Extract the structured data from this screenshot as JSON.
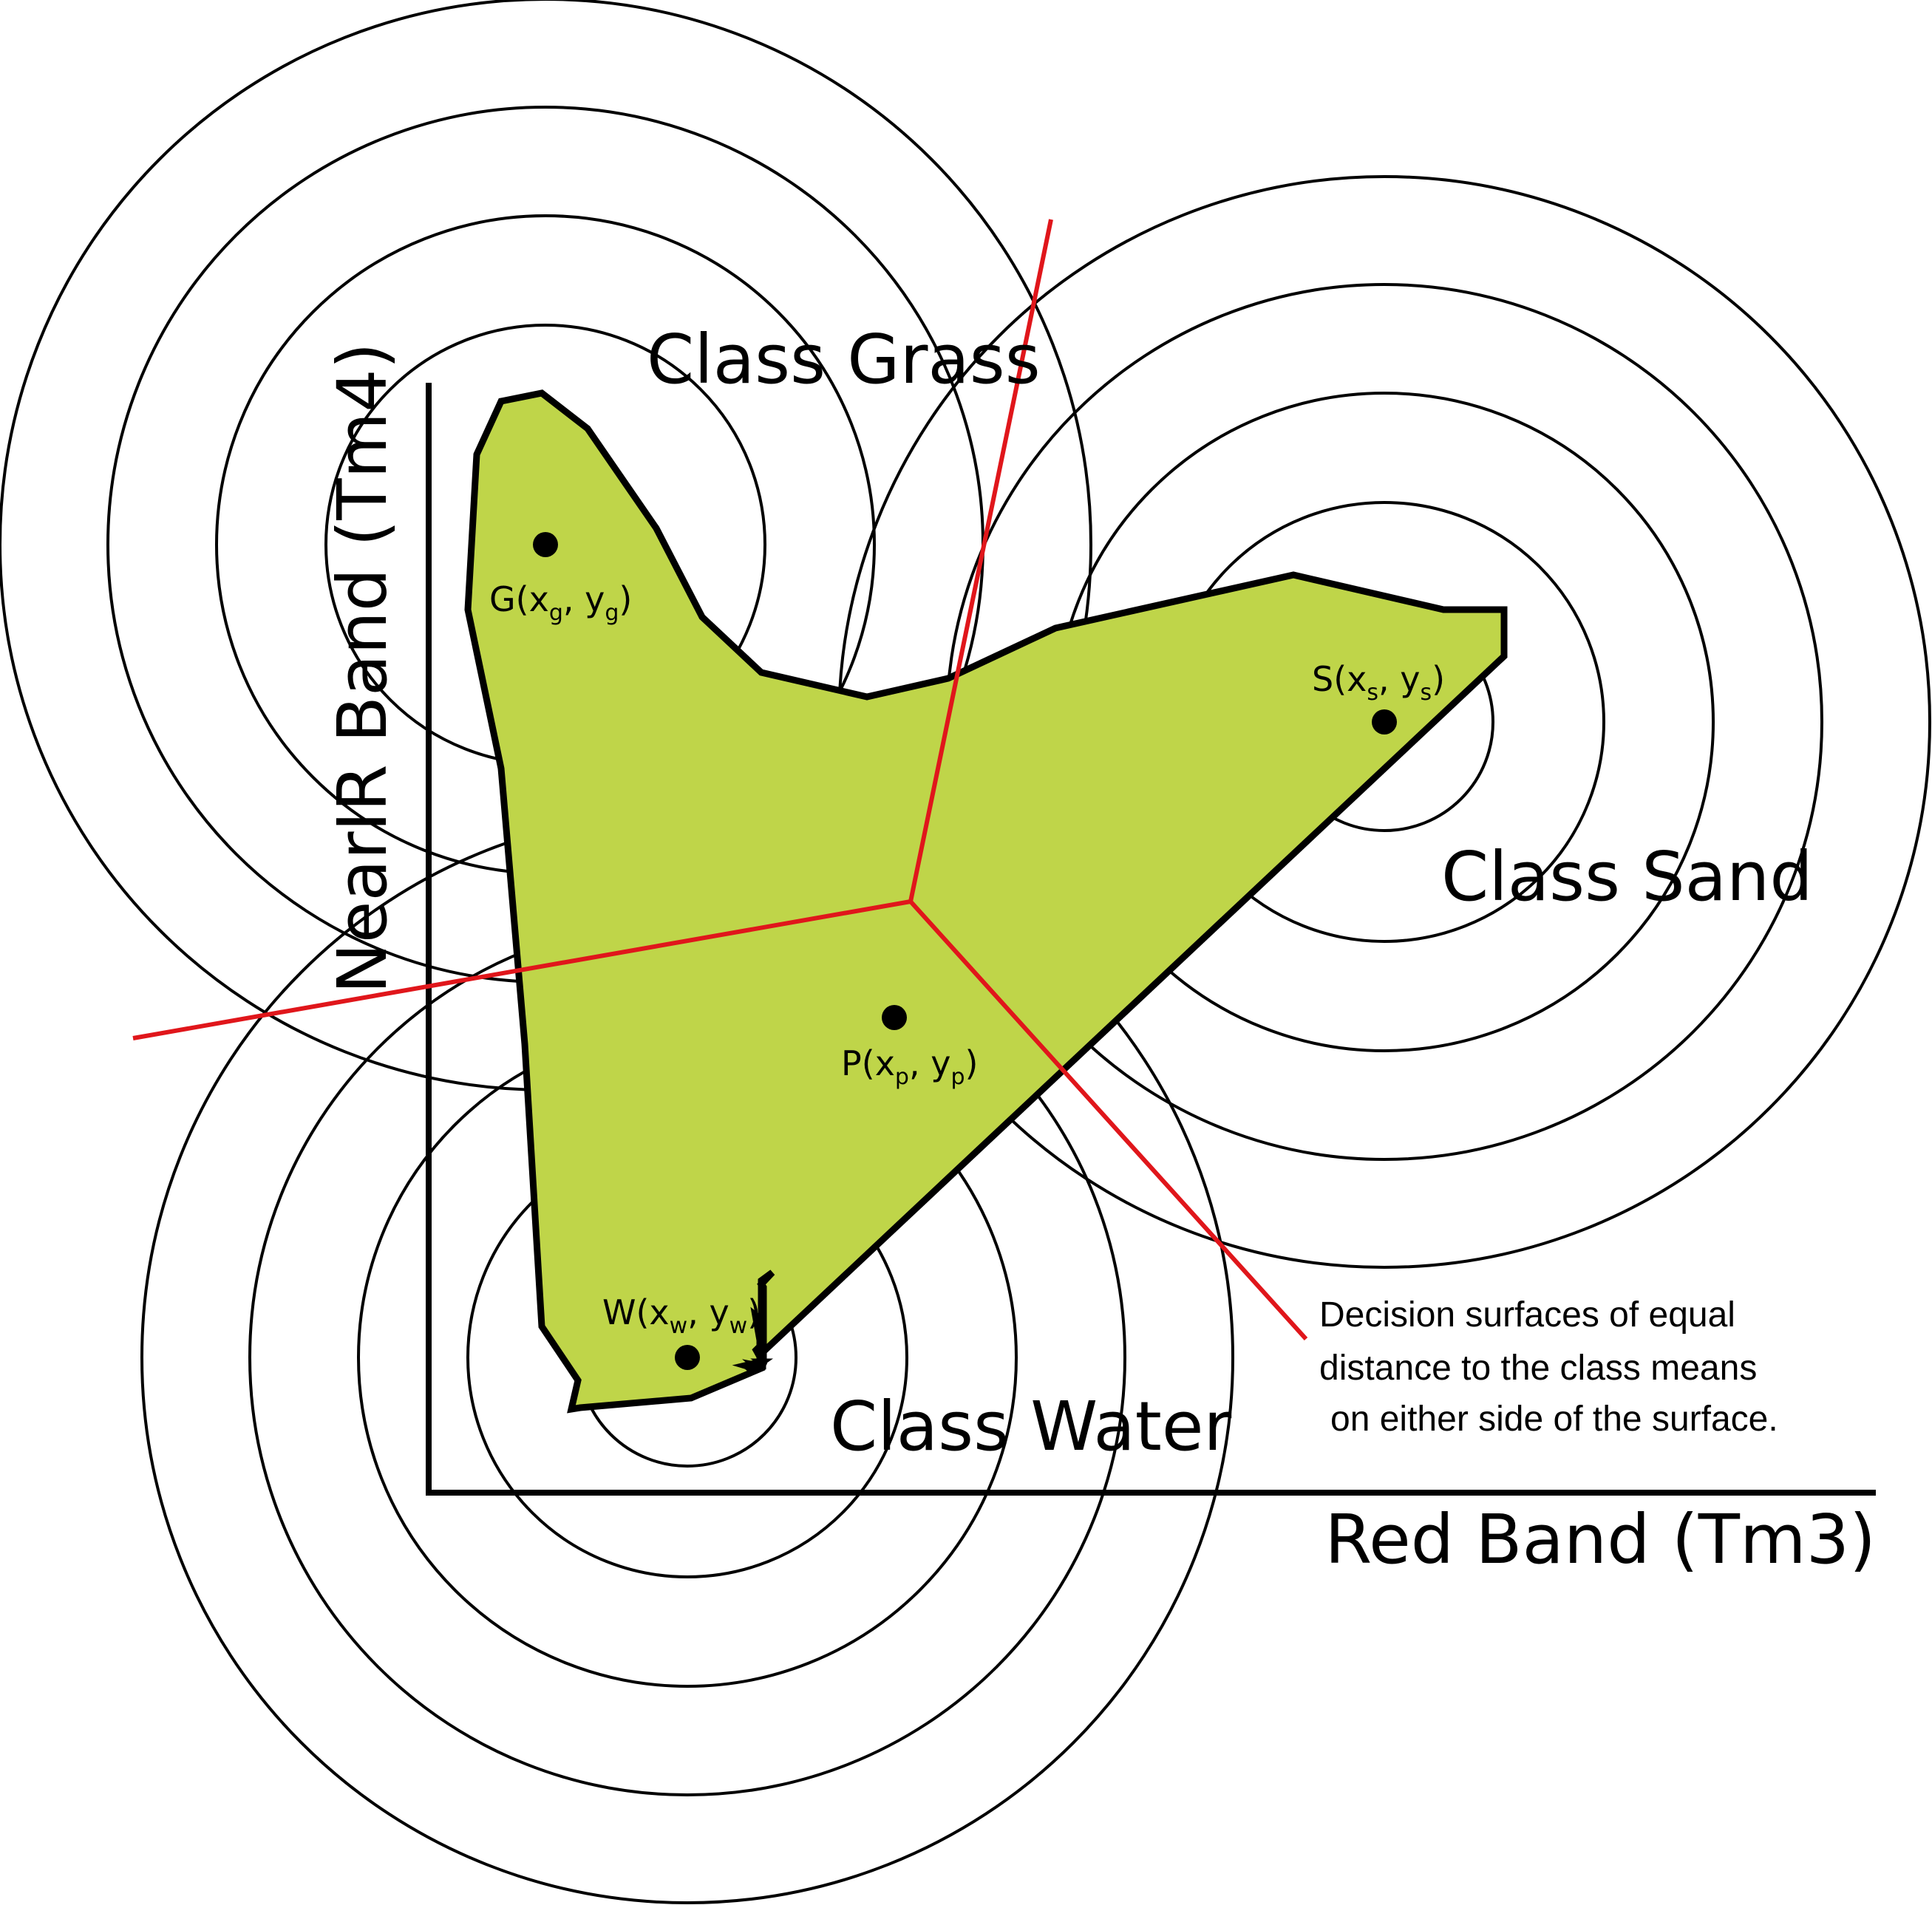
{
  "colors": {
    "feature_space_fill": "#bfd549",
    "decision_line": "#e0161b",
    "ink": "#000000",
    "background": "#ffffff"
  },
  "axes": {
    "x_label": "Red Band (Tm3)",
    "y_label": "NearIR Band (Tm4)"
  },
  "classes": {
    "grass": {
      "label": "Class Grass",
      "mean_label": "G(xg, yg)",
      "mean_symbol": "G",
      "x_sub": "g",
      "y_sub": "g"
    },
    "sand": {
      "label": "Class Sand",
      "mean_label": "S(xs, ys)",
      "mean_symbol": "S",
      "x_sub": "s",
      "y_sub": "s"
    },
    "water": {
      "label": "Class Water",
      "mean_label": "W(xw, yw)",
      "mean_symbol": "W",
      "x_sub": "w",
      "y_sub": "w"
    }
  },
  "unknown_pixel": {
    "mean_label": "P(xp, yp)",
    "symbol": "P",
    "x_sub": "p",
    "y_sub": "p"
  },
  "annotation": {
    "line1": "Decision surfaces of equal",
    "line2": "distance to the class means",
    "line3": "on either side of the surface."
  }
}
